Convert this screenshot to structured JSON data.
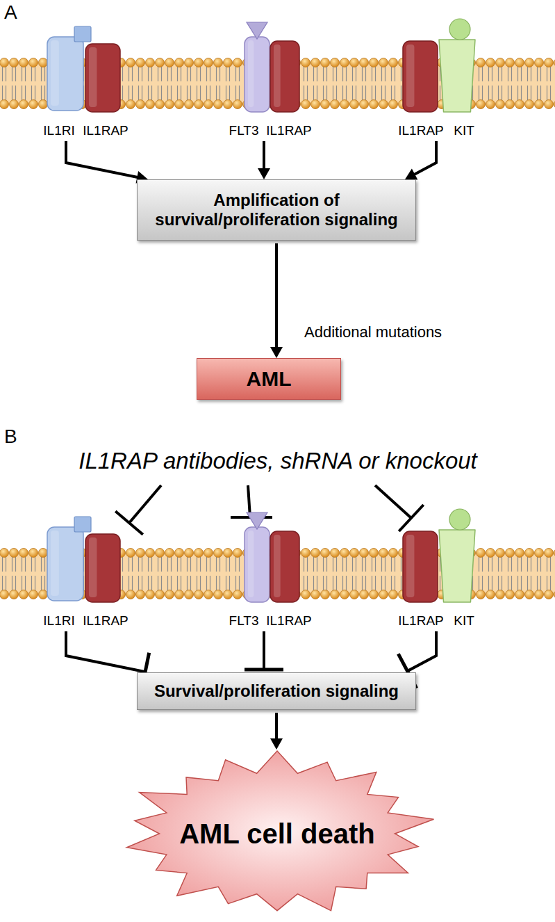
{
  "diagram": {
    "nodes": [
      {
        "text": [
          "IL1RI"
        ]
      },
      {
        "text": [
          "IL1RAP"
        ]
      },
      {
        "text": [
          "FLT3"
        ]
      },
      {
        "text": [
          "IL1RAP"
        ]
      },
      {
        "text": [
          "IL1RAP"
        ]
      },
      {
        "text": [
          "KIT"
        ]
      },
      {
        "text": [
          "Amplification of survival/proliferation signaling"
        ]
      },
      {
        "text": [
          "AML"
        ]
      },
      {
        "text": [
          "IL1RI"
        ]
      },
      {
        "text": [
          "IL1RAP"
        ]
      },
      {
        "text": [
          "FLT3"
        ]
      },
      {
        "text": [
          "IL1RAP"
        ]
      },
      {
        "text": [
          "IL1RAP"
        ]
      },
      {
        "text": [
          "KIT"
        ]
      },
      {
        "text": [
          "Survival/proliferation signaling"
        ]
      },
      {
        "text": [
          "AML cell death"
        ]
      }
    ],
    "edges": [
      {
        "from": 0,
        "to": 6,
        "arrow": "to"
      },
      {
        "from": 2,
        "to": 6,
        "arrow": "to"
      },
      {
        "from": 4,
        "to": 6,
        "arrow": "to"
      },
      {
        "from": 6,
        "to": 7,
        "arrow": "to"
      },
      {
        "from": 8,
        "to": 14,
        "arrow": "to"
      },
      {
        "from": 10,
        "to": 14,
        "arrow": "to"
      },
      {
        "from": 12,
        "to": 14,
        "arrow": "to"
      },
      {
        "from": 14,
        "to": 15,
        "arrow": "to"
      }
    ],
    "labels": [
      "A",
      "Additional mutations",
      "B",
      "IL1RAP antibodies, shRNA or knockout"
    ]
  }
}
